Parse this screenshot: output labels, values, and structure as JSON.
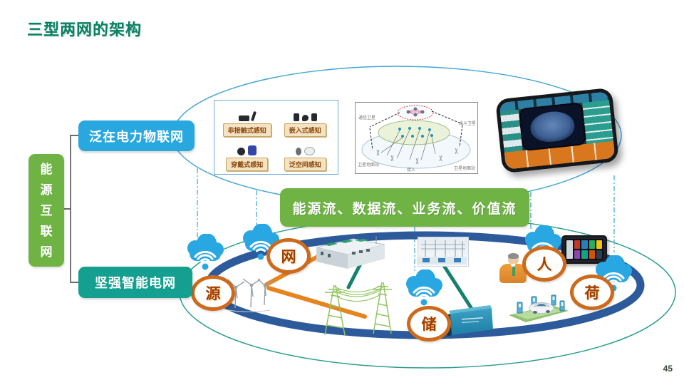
{
  "page": {
    "title": "三型两网的架构",
    "page_number": "45"
  },
  "sidebar": {
    "label": "能源互联网",
    "chars": [
      "能",
      "源",
      "互",
      "联",
      "网"
    ]
  },
  "layers": {
    "iot_box": "泛在电力物联网",
    "grid_box": "坚强智能电网"
  },
  "banner": {
    "text": "能源流、数据流、业务流、价值流"
  },
  "sensing_panel": {
    "items": [
      {
        "label": "非接触式感知"
      },
      {
        "label": "嵌入式感知"
      },
      {
        "label": "穿戴式感知"
      },
      {
        "label": "泛空间感知"
      }
    ]
  },
  "satellite_panel": {
    "labels": {
      "top_left": "通信卫星",
      "top_right": "北斗卫星",
      "bottom_left": "卫星地面站",
      "bottom_right": "卫星地面站",
      "center": "接入"
    }
  },
  "ring": {
    "nodes": [
      {
        "label": "源"
      },
      {
        "label": "网"
      },
      {
        "label": "储"
      },
      {
        "label": "人"
      },
      {
        "label": "荷"
      }
    ]
  },
  "icons": {
    "cloud": "cloud-wifi-icon",
    "sensing": [
      "camera-icon",
      "probe-icon",
      "device-icon",
      "chip-icon",
      "knob-icon",
      "backpack-icon",
      "balloon-icon",
      "dish-icon"
    ]
  },
  "colors": {
    "title_green": "#0b7f63",
    "box_green": "#6fb345",
    "box_cyan": "#29a8e0",
    "box_teal": "#149f90",
    "ring_blue": "#2d5a9b",
    "node_orange": "#cd6a1c",
    "cloud_blue": "#29a7e2",
    "ellipse_top": "#45a6d6",
    "ellipse_bottom": "#2a9d8f",
    "link_orange": "#e8831e",
    "link_teal": "#17806f"
  }
}
